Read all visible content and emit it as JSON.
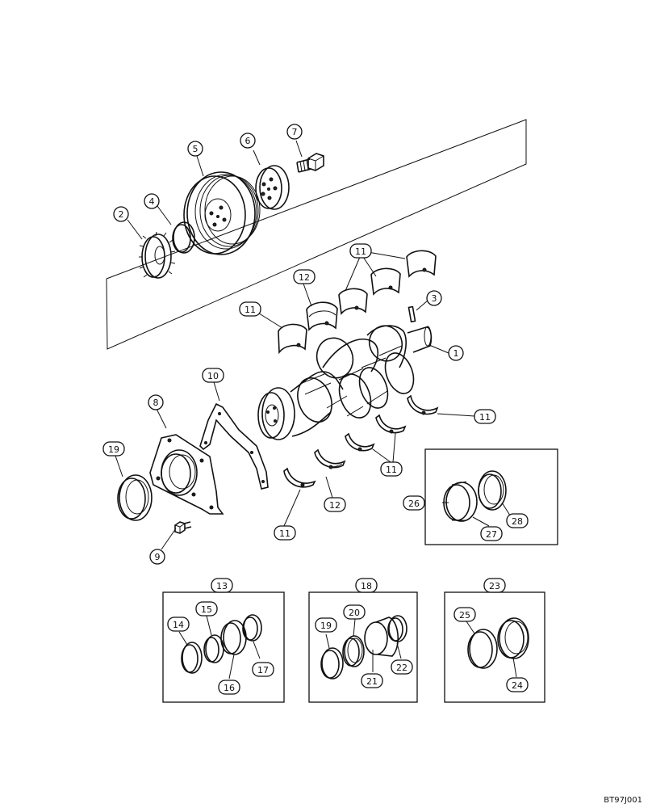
{
  "diagram": {
    "callouts": {
      "c1": "1",
      "c2": "2",
      "c3": "3",
      "c4": "4",
      "c5": "5",
      "c6": "6",
      "c7": "7",
      "c8": "8",
      "c9": "9",
      "c10": "10",
      "c11a": "11",
      "c11b": "11",
      "c11c": "11",
      "c11d": "11",
      "c11e": "11",
      "c12a": "12",
      "c12b": "12",
      "c13": "13",
      "c14": "14",
      "c15": "15",
      "c16": "16",
      "c17": "17",
      "c18": "18",
      "c19a": "19",
      "c19b": "19",
      "c20": "20",
      "c21": "21",
      "c22": "22",
      "c23": "23",
      "c24": "24",
      "c25": "25",
      "c26": "26",
      "c27": "27",
      "c28": "28"
    }
  },
  "footer": {
    "code": "BT97J001"
  }
}
